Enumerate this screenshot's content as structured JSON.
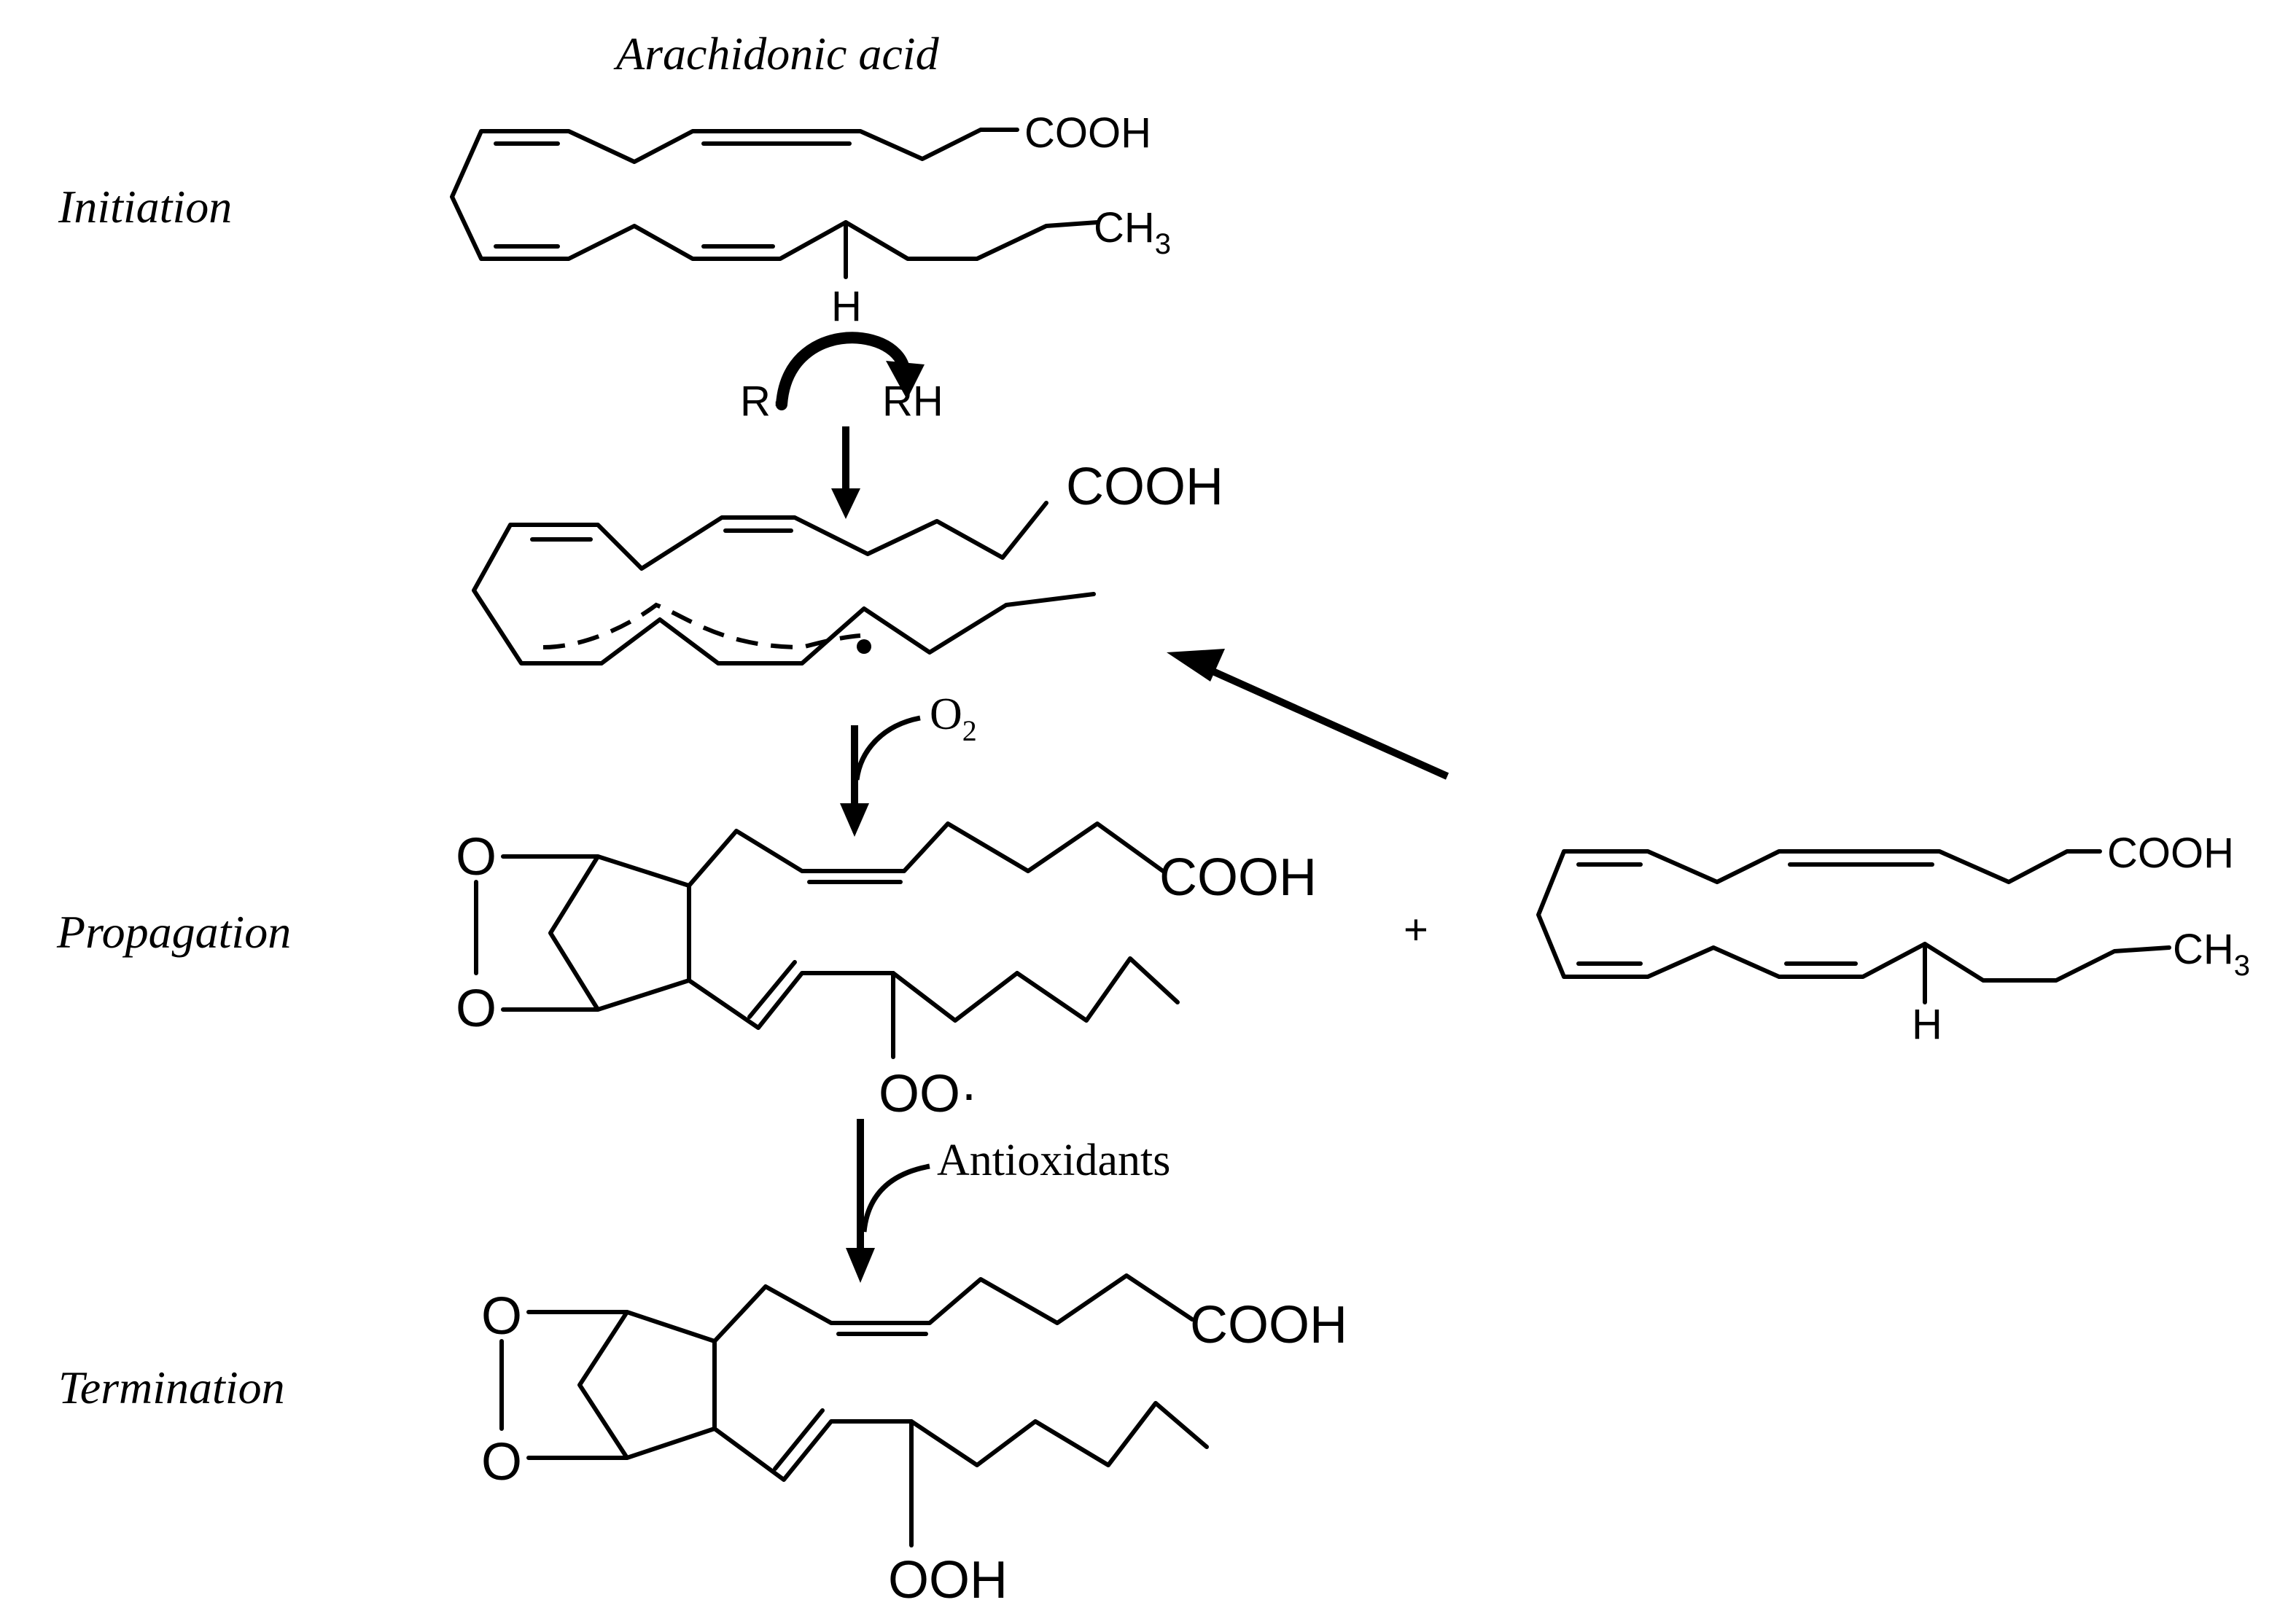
{
  "stages": {
    "initiation": "Initiation",
    "propagation": "Propagation",
    "termination": "Termination"
  },
  "molecule_top": {
    "name": "Arachidonic acid",
    "carboxyl": "COOH",
    "methyl": "CH",
    "methyl_sub": "3",
    "hydrogen": "H"
  },
  "initiation_step": {
    "radical": "R·",
    "product": "RH"
  },
  "radical_intermediate": {
    "carboxyl": "COOH",
    "radical_dot": "•"
  },
  "oxygen_step": {
    "reagent": "O",
    "reagent_sub": "2"
  },
  "peroxyl_radical": {
    "oxygen_top": "O",
    "oxygen_bottom": "O",
    "carboxyl": "COOH",
    "peroxyl": "OO·"
  },
  "plus_sign": "+",
  "second_acid": {
    "carboxyl": "COOH",
    "methyl": "CH",
    "methyl_sub": "3",
    "hydrogen": "H"
  },
  "antioxidant_step": {
    "reagent": "Antioxidants"
  },
  "hydroperoxide": {
    "oxygen_top": "O",
    "oxygen_bottom": "O",
    "carboxyl": "COOH",
    "hydroperoxy": "OOH"
  }
}
